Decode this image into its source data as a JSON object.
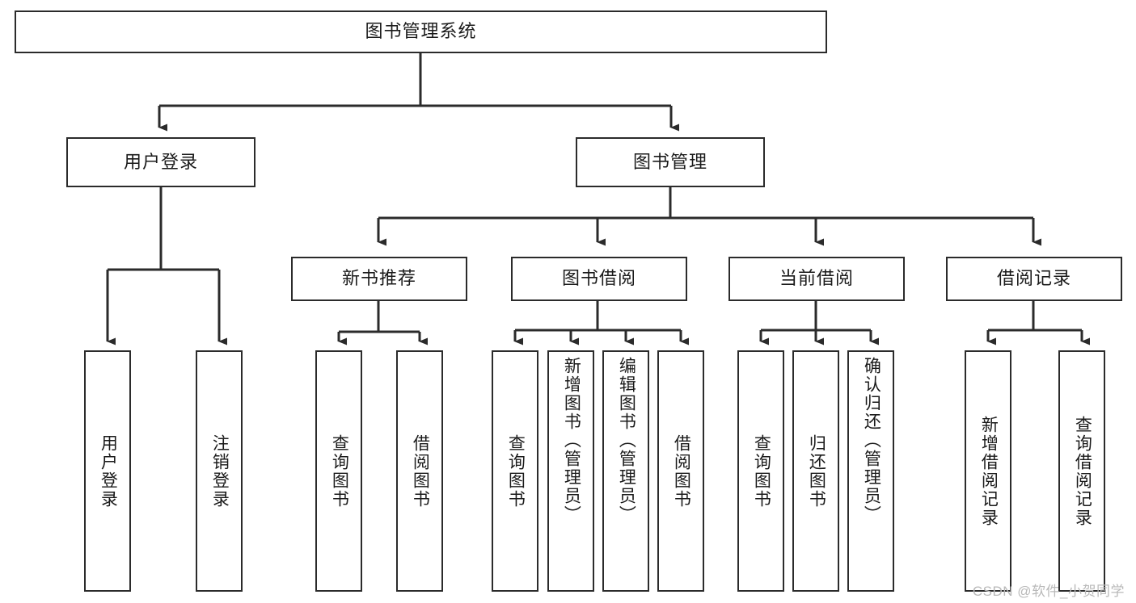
{
  "diagram": {
    "type": "tree",
    "title": "图书管理系统",
    "watermark": "CSDN @软件_小贺同学",
    "colors": {
      "box_border": "#2b2b2b",
      "box_fill": "#ffffff",
      "connector": "#2b2b2b",
      "text": "#1a1a1a",
      "watermark": "#b9b9b9",
      "background": "#ffffff"
    },
    "levels": {
      "root": {
        "label": "图书管理系统"
      },
      "level2": [
        {
          "label": "用户登录"
        },
        {
          "label": "图书管理"
        }
      ],
      "level3": [
        {
          "label": "新书推荐"
        },
        {
          "label": "图书借阅"
        },
        {
          "label": "当前借阅"
        },
        {
          "label": "借阅记录"
        }
      ],
      "leaves": {
        "user_login": [
          {
            "label": "用户登录"
          },
          {
            "label": "注销登录"
          }
        ],
        "new_book_recommend": [
          {
            "label": "查询图书"
          },
          {
            "label": "借阅图书"
          }
        ],
        "book_borrow": [
          {
            "label": "查询图书"
          },
          {
            "label": "新增图书（管理员）"
          },
          {
            "label": "编辑图书（管理员）"
          },
          {
            "label": "借阅图书"
          }
        ],
        "current_borrow": [
          {
            "label": "查询图书"
          },
          {
            "label": "归还图书"
          },
          {
            "label": "确认归还（管理员）"
          }
        ],
        "borrow_record": [
          {
            "label": "新增借阅记录"
          },
          {
            "label": "查询借阅记录"
          }
        ]
      }
    }
  }
}
